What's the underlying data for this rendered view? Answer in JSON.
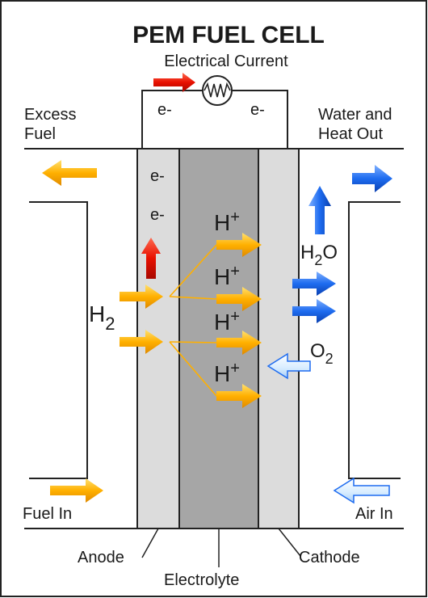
{
  "title": "PEM FUEL CELL",
  "circuit": {
    "label": "Electrical Current",
    "electron_left": "e-",
    "electron_right": "e-"
  },
  "labels": {
    "excess_fuel_line1": "Excess",
    "excess_fuel_line2": "Fuel",
    "water_heat_line1": "Water and",
    "water_heat_line2": "Heat Out",
    "fuel_in": "Fuel In",
    "air_in": "Air In",
    "anode": "Anode",
    "electrolyte": "Electrolyte",
    "cathode": "Cathode"
  },
  "anode_electrons": [
    "e-",
    "e-"
  ],
  "protons": [
    {
      "base": "H",
      "sup": "+"
    },
    {
      "base": "H",
      "sup": "+"
    },
    {
      "base": "H",
      "sup": "+"
    },
    {
      "base": "H",
      "sup": "+"
    }
  ],
  "hydrogen": {
    "base": "H",
    "sub": "2"
  },
  "water": {
    "base": "H",
    "sub": "2",
    "tail": "O"
  },
  "oxygen": {
    "base": "O",
    "sub": "2"
  },
  "colors": {
    "fuel_arrow": "#ffb000",
    "water_arrow": "#1e6cf0",
    "air_arrow": "#d6ecff",
    "current_arrow": "#e81000",
    "anode": "#dcdcdc",
    "electrolyte": "#a6a6a6",
    "cathode": "#dcdcdc",
    "reaction_line": "#ffb000"
  }
}
